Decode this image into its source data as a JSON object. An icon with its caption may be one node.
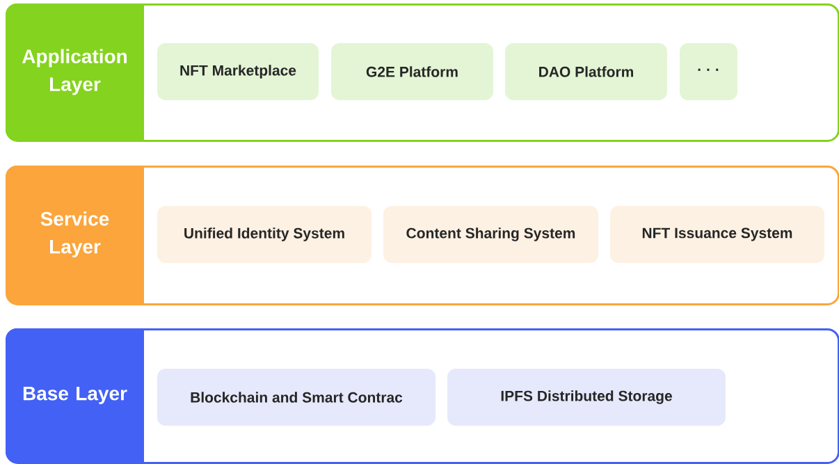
{
  "diagram": {
    "nodes": [
      {
        "text": [
          "Application Layer"
        ]
      },
      {
        "text": [
          "NFT Marketplace"
        ],
        "in": 0
      },
      {
        "text": [
          "G2E Platform"
        ],
        "in": 0
      },
      {
        "text": [
          "DAO Platform"
        ],
        "in": 0
      },
      {
        "text": [
          "· · ·"
        ],
        "in": 0
      },
      {
        "text": [
          "Service Layer"
        ]
      },
      {
        "text": [
          "Unified Identity System"
        ],
        "in": 5
      },
      {
        "text": [
          "Content Sharing System"
        ],
        "in": 5
      },
      {
        "text": [
          "NFT Issuance System"
        ],
        "in": 5
      },
      {
        "text": [
          "Base Layer"
        ]
      },
      {
        "text": [
          "Blockchain and Smart Contrac"
        ],
        "in": 9
      },
      {
        "text": [
          "IPFS Distributed Storage"
        ],
        "in": 9
      }
    ]
  }
}
